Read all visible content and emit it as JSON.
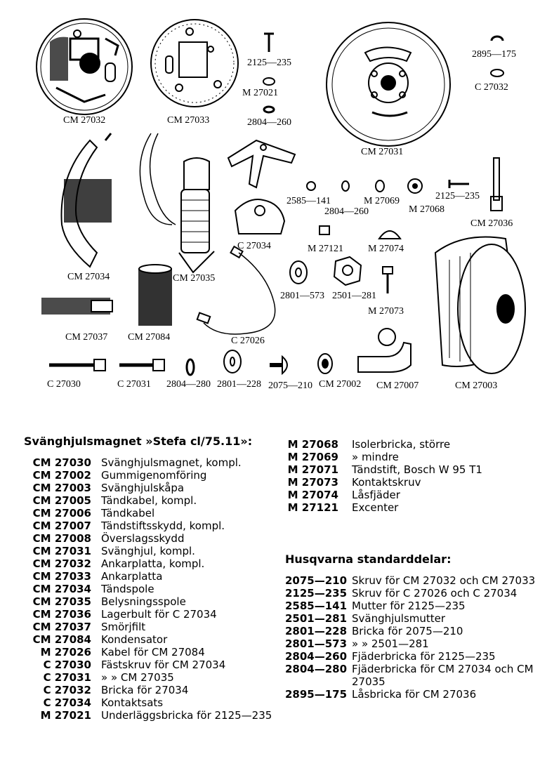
{
  "diagram": {
    "labels": [
      "CM 27032",
      "CM 27033",
      "2125—235",
      "M 27021",
      "2804—260",
      "CM 27031",
      "2895—175",
      "C 27032",
      "CM 27034",
      "CM 27035",
      "2585—141",
      "2804—260",
      "M 27069",
      "M 27068",
      "2125—235",
      "CM 27036",
      "C 27034",
      "M 27121",
      "M 27074",
      "2801—573",
      "2501—281",
      "M 27073",
      "CM 27037",
      "CM 27084",
      "C 27026",
      "C 27030",
      "C 27031",
      "2804—280",
      "2801—228",
      "2075—210",
      "CM 27002",
      "CM 27007",
      "CM 27003"
    ]
  },
  "parts_list": {
    "title": "Svänghjulsmagnet »Stefa cl/75.11»:",
    "items": [
      {
        "code": "CM 27030",
        "desc": "Svänghjulsmagnet, kompl."
      },
      {
        "code": "CM 27002",
        "desc": "Gummigenomföring"
      },
      {
        "code": "CM 27003",
        "desc": "Svänghjulskåpa"
      },
      {
        "code": "CM 27005",
        "desc": "Tändkabel, kompl."
      },
      {
        "code": "CM 27006",
        "desc": "Tändkabel"
      },
      {
        "code": "CM 27007",
        "desc": "Tändstiftsskydd, kompl."
      },
      {
        "code": "CM 27008",
        "desc": "Överslagsskydd"
      },
      {
        "code": "CM 27031",
        "desc": "Svänghjul, kompl."
      },
      {
        "code": "CM 27032",
        "desc": "Ankarplatta, kompl."
      },
      {
        "code": "CM 27033",
        "desc": "Ankarplatta"
      },
      {
        "code": "CM 27034",
        "desc": "Tändspole"
      },
      {
        "code": "CM 27035",
        "desc": "Belysningsspole"
      },
      {
        "code": "CM 27036",
        "desc": "Lagerbult för C 27034"
      },
      {
        "code": "CM 27037",
        "desc": "Smörjfilt"
      },
      {
        "code": "CM 27084",
        "desc": "Kondensator"
      },
      {
        "code": "M 27026",
        "desc": "Kabel för CM 27084"
      },
      {
        "code": "C 27030",
        "desc": "Fästskruv för CM 27034"
      },
      {
        "code": "C 27031",
        "desc": "» » CM 27035"
      },
      {
        "code": "C 27032",
        "desc": "Bricka för 27034"
      },
      {
        "code": "C 27034",
        "desc": "Kontaktsats"
      },
      {
        "code": "M 27021",
        "desc": "Underläggsbricka för 2125—235"
      }
    ],
    "items2": [
      {
        "code": "M 27068",
        "desc": "Isolerbricka, större"
      },
      {
        "code": "M 27069",
        "desc": "» mindre"
      },
      {
        "code": "M 27071",
        "desc": "Tändstift, Bosch W 95 T1"
      },
      {
        "code": "M 27073",
        "desc": "Kontaktskruv"
      },
      {
        "code": "M 27074",
        "desc": "Låsfjäder"
      },
      {
        "code": "M 27121",
        "desc": "Excenter"
      }
    ]
  },
  "standard_parts": {
    "title": "Husqvarna standarddelar:",
    "items": [
      {
        "code": "2075—210",
        "desc": "Skruv för CM 27032 och CM 27033"
      },
      {
        "code": "2125—235",
        "desc": "Skruv för C 27026 och C 27034"
      },
      {
        "code": "2585—141",
        "desc": "Mutter för 2125—235"
      },
      {
        "code": "2501—281",
        "desc": "Svänghjulsmutter"
      },
      {
        "code": "2801—228",
        "desc": "Bricka för 2075—210"
      },
      {
        "code": "2801—573",
        "desc": "» » 2501—281"
      },
      {
        "code": "2804—260",
        "desc": "Fjäderbricka för 2125—235"
      },
      {
        "code": "2804—280",
        "desc": "Fjäderbricka för CM 27034 och CM 27035"
      },
      {
        "code": "2895—175",
        "desc": "Låsbricka för CM 27036"
      }
    ]
  }
}
